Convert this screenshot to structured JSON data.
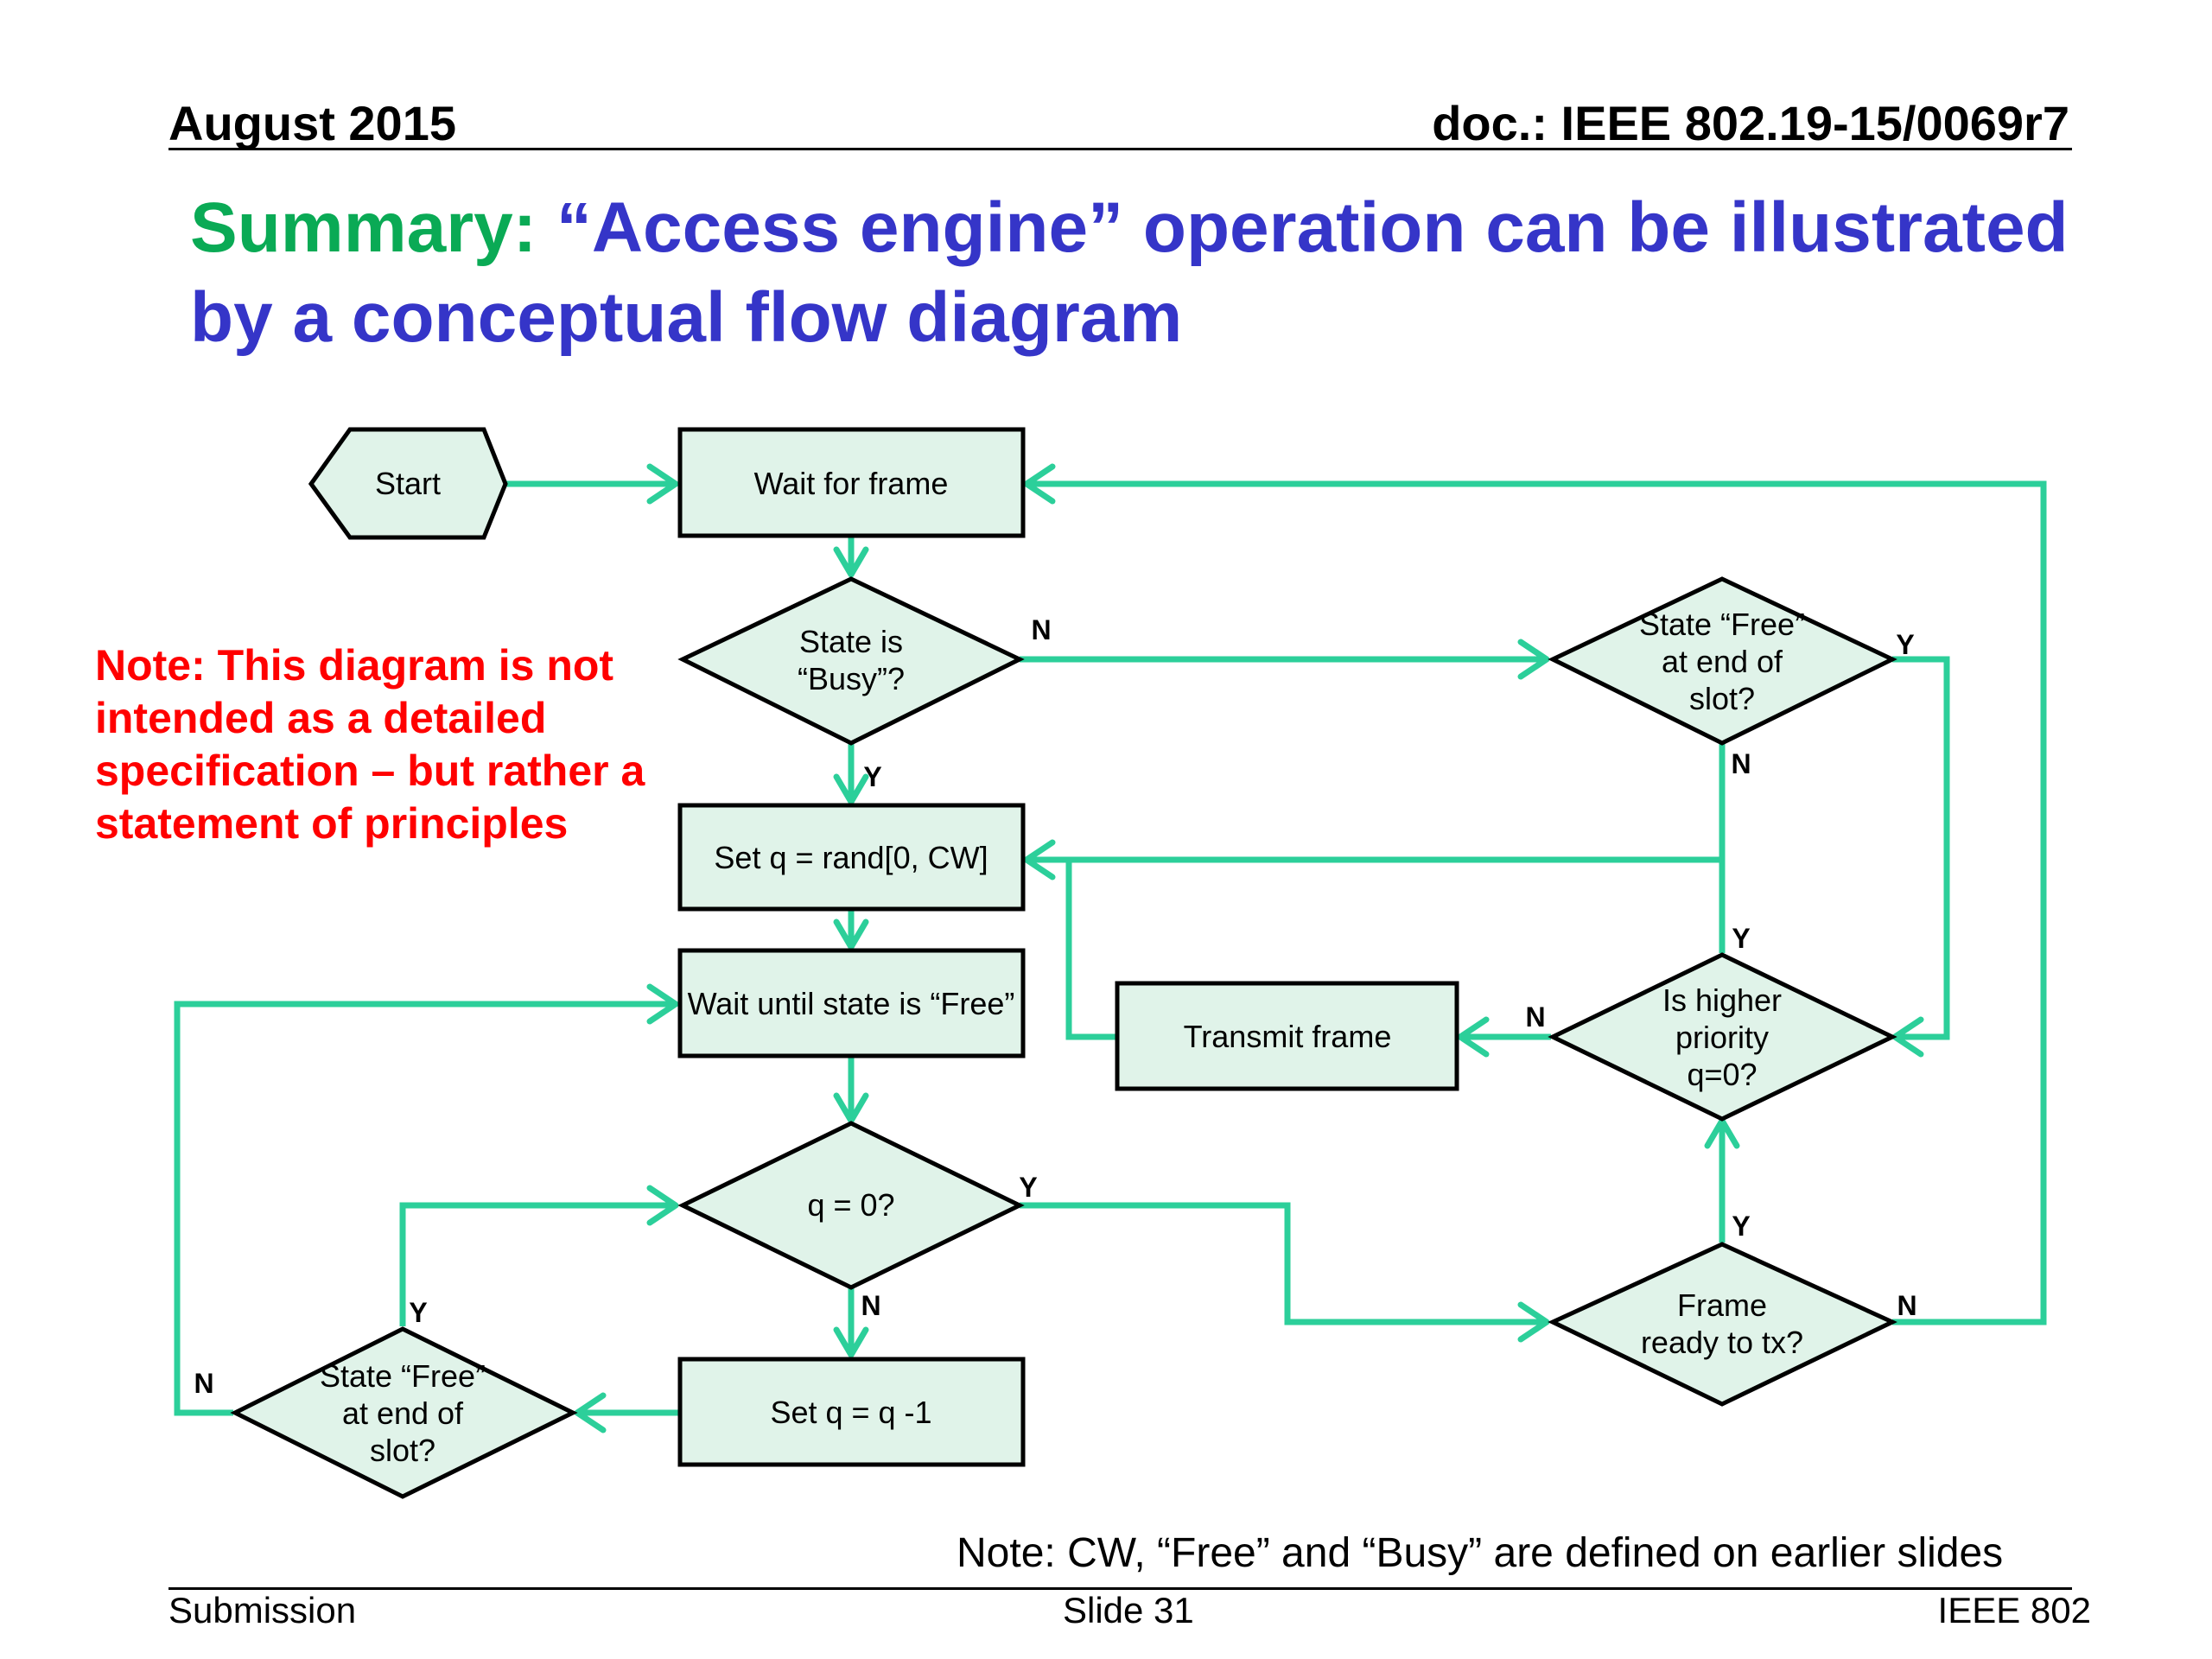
{
  "header": {
    "date": "August 2015",
    "doc": "doc.: IEEE 802.19-15/0069r7"
  },
  "title": {
    "lead": "Summary:",
    "rest": " “Access engine” operation can be illustrated by a conceptual flow diagram"
  },
  "note_red": "Note: This diagram is not intended as a detailed specification – but rather a statement of principles",
  "diagram": {
    "start": "Start",
    "wait_frame": "Wait for frame",
    "state_busy": [
      "State is",
      "“Busy”?"
    ],
    "set_q_rand": "Set q = rand[0, CW]",
    "wait_free": "Wait until state is “Free”",
    "q_zero": "q = 0?",
    "set_q_dec": "Set q = q -1",
    "state_free_left": [
      "State “Free”",
      "at end of",
      "slot?"
    ],
    "state_free_right": [
      "State “Free”",
      "at end of",
      "slot?"
    ],
    "higher_priority": [
      "Is higher",
      "priority",
      "q=0?"
    ],
    "transmit": "Transmit frame",
    "frame_ready": [
      "Frame",
      "ready to tx?"
    ],
    "yes": "Y",
    "no": "N"
  },
  "note_bottom": "Note: CW, “Free” and “Busy” are defined on earlier slides",
  "footer": {
    "left": "Submission",
    "center": "Slide 31",
    "right": "IEEE 802"
  }
}
